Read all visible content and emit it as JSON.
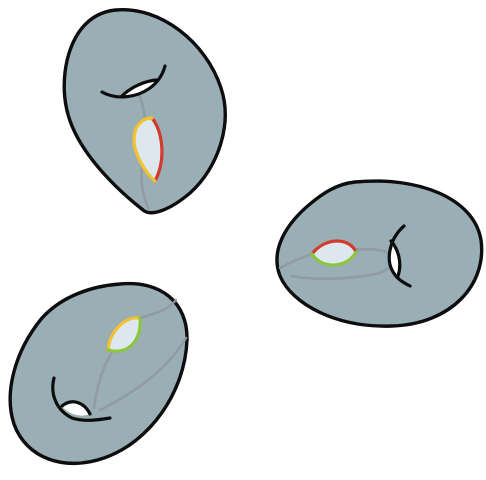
{
  "colors": {
    "background": "#ffffff",
    "torus_fill": "#9aaeb6",
    "outline": "#0d0d0d",
    "curve_gray": "#8f9aa0",
    "hole_fill": "#ffffff",
    "disk_fill": "#dde8ee",
    "red": "#d23a2d",
    "yellow": "#f2c230",
    "green": "#8cc63e"
  },
  "tori": [
    {
      "id": "top-left",
      "left_arc": "yellow",
      "right_arc": "red"
    },
    {
      "id": "right",
      "left_arc": "green",
      "right_arc": "red"
    },
    {
      "id": "bottom-left",
      "left_arc": "yellow",
      "right_arc": "green"
    }
  ]
}
